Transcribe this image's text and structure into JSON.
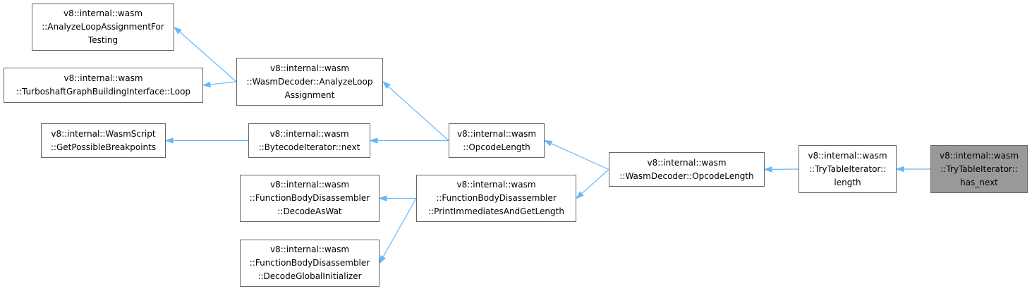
{
  "nodes": [
    {
      "id": "analyze-loop-assignment-for-testing",
      "lines": [
        "v8::internal::wasm",
        "::AnalyzeLoopAssignmentFor",
        "Testing"
      ]
    },
    {
      "id": "turboshaft-graph-building-interface-loop",
      "lines": [
        "v8::internal::wasm",
        "::TurboshaftGraphBuildingInterface::Loop"
      ]
    },
    {
      "id": "wasm-decoder-analyze-loop-assignment",
      "lines": [
        "v8::internal::wasm",
        "::WasmDecoder::AnalyzeLoop",
        "Assignment"
      ]
    },
    {
      "id": "wasm-script-get-possible-breakpoints",
      "lines": [
        "v8::internal::WasmScript",
        "::GetPossibleBreakpoints"
      ]
    },
    {
      "id": "bytecode-iterator-next",
      "lines": [
        "v8::internal::wasm",
        "::BytecodeIterator::next"
      ]
    },
    {
      "id": "opcode-length",
      "lines": [
        "v8::internal::wasm",
        "::OpcodeLength"
      ]
    },
    {
      "id": "function-body-disassembler-decode-as-wat",
      "lines": [
        "v8::internal::wasm",
        "::FunctionBodyDisassembler",
        "::DecodeAsWat"
      ]
    },
    {
      "id": "function-body-disassembler-print-immediates-and-get-length",
      "lines": [
        "v8::internal::wasm",
        "::FunctionBodyDisassembler",
        "::PrintImmediatesAndGetLength"
      ]
    },
    {
      "id": "function-body-disassembler-decode-global-initializer",
      "lines": [
        "v8::internal::wasm",
        "::FunctionBodyDisassembler",
        "::DecodeGlobalInitializer"
      ]
    },
    {
      "id": "wasm-decoder-opcode-length",
      "lines": [
        "v8::internal::wasm",
        "::WasmDecoder::OpcodeLength"
      ]
    },
    {
      "id": "try-table-iterator-length",
      "lines": [
        "v8::internal::wasm",
        "::TryTableIterator::",
        "length"
      ]
    },
    {
      "id": "try-table-iterator-has-next",
      "lines": [
        "v8::internal::wasm",
        "::TryTableIterator::",
        "has_next"
      ]
    }
  ],
  "edges": [
    [
      "analyze-loop-assignment-for-testing",
      "wasm-decoder-analyze-loop-assignment"
    ],
    [
      "turboshaft-graph-building-interface-loop",
      "wasm-decoder-analyze-loop-assignment"
    ],
    [
      "wasm-decoder-analyze-loop-assignment",
      "opcode-length"
    ],
    [
      "wasm-script-get-possible-breakpoints",
      "bytecode-iterator-next"
    ],
    [
      "bytecode-iterator-next",
      "opcode-length"
    ],
    [
      "opcode-length",
      "wasm-decoder-opcode-length"
    ],
    [
      "function-body-disassembler-decode-as-wat",
      "function-body-disassembler-print-immediates-and-get-length"
    ],
    [
      "function-body-disassembler-decode-global-initializer",
      "function-body-disassembler-print-immediates-and-get-length"
    ],
    [
      "function-body-disassembler-print-immediates-and-get-length",
      "wasm-decoder-opcode-length"
    ],
    [
      "wasm-decoder-opcode-length",
      "try-table-iterator-length"
    ],
    [
      "try-table-iterator-length",
      "try-table-iterator-has-next"
    ]
  ],
  "current_node": "try-table-iterator-has-next",
  "colors": {
    "edge": "#63b8ff",
    "node_border": "#666666",
    "node_fill": "#ffffff",
    "current_node_fill": "#999999"
  }
}
